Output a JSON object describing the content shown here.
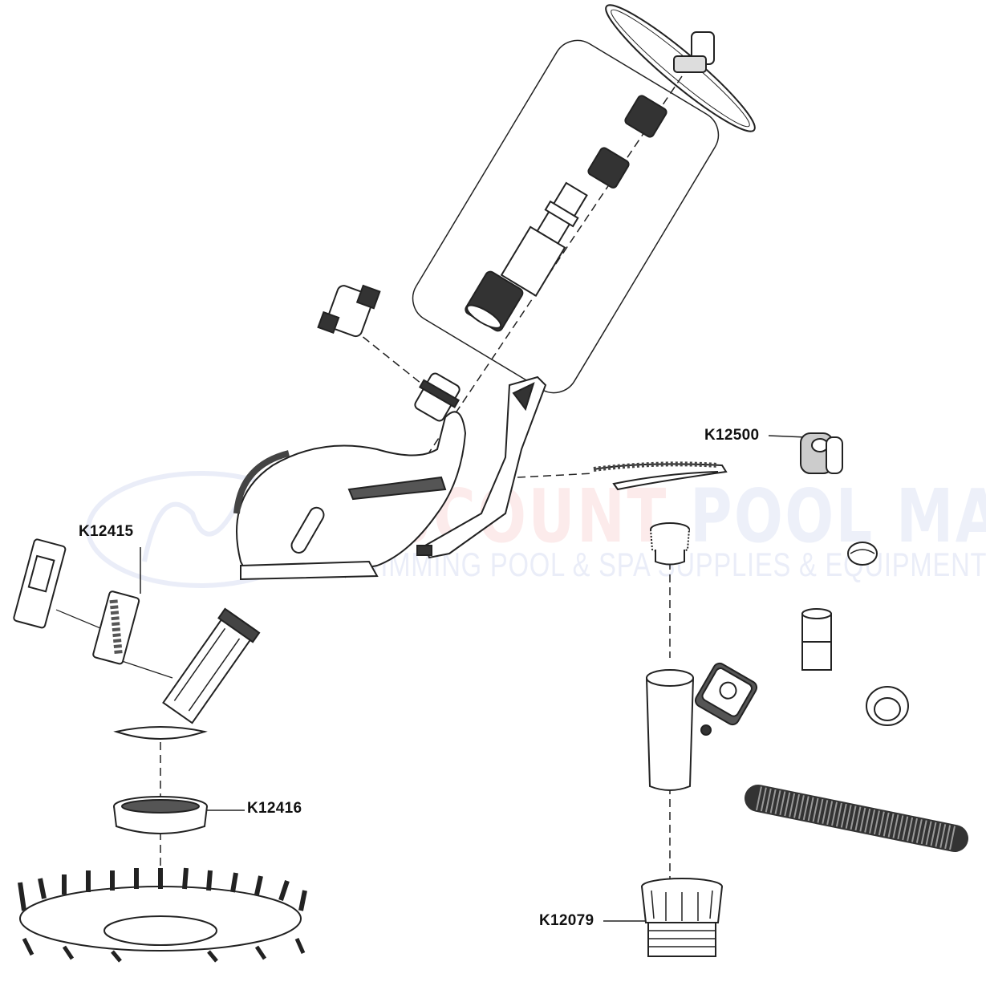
{
  "diagram": {
    "part_labels": [
      {
        "code": "K12500"
      },
      {
        "code": "K12415"
      },
      {
        "code": "K12416"
      },
      {
        "code": "K12079"
      }
    ],
    "watermark": {
      "brand_red": "DISCOUNT",
      "brand_blue": "POOL MART",
      "tagline": "SWIMMING POOL & SPA SUPPLIES & EQUIPMENT"
    },
    "colors": {
      "line": "#222222",
      "fill": "#ffffff",
      "shade": "#bbbbbb"
    }
  }
}
